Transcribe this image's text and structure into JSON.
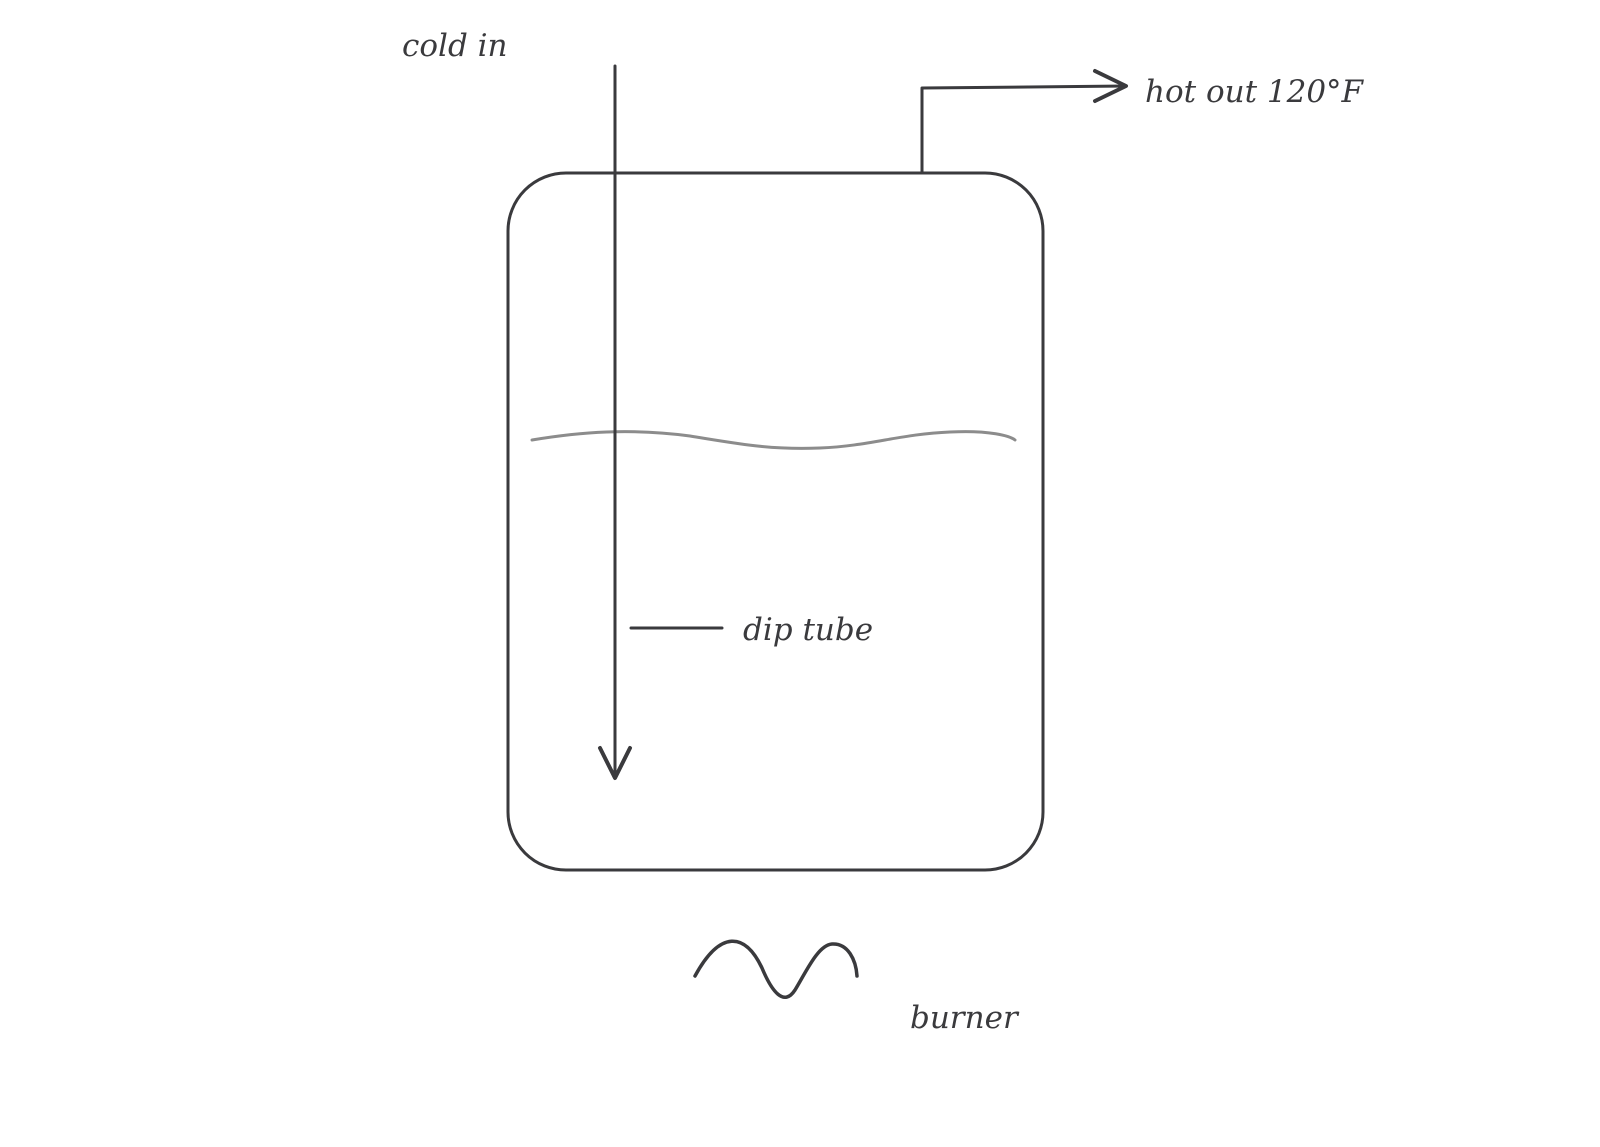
{
  "diagram": {
    "labels": {
      "cold_in": "cold in",
      "hot_out": "hot out 120°F",
      "dip_tube": "dip tube",
      "burner": "burner"
    },
    "colors": {
      "stroke": "#3a3a3d",
      "water_line": "#8c8c8c",
      "background": "#ffffff"
    }
  }
}
